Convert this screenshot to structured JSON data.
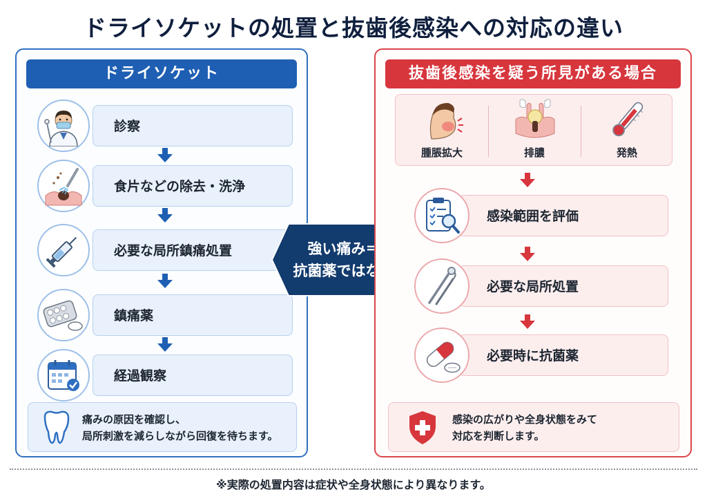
{
  "title": "ドライソケットの処置と抜歯後感染への対応の違い",
  "left": {
    "header": "ドライソケット",
    "steps": [
      {
        "label": "診察",
        "icon": "dentist-icon"
      },
      {
        "label": "食片などの除去・洗浄",
        "icon": "irrigation-icon"
      },
      {
        "label": "必要な局所鎮痛処置",
        "icon": "syringe-icon"
      },
      {
        "label": "鎮痛薬",
        "icon": "pill-pack-icon"
      },
      {
        "label": "経過観察",
        "icon": "calendar-icon"
      }
    ],
    "note_line1": "痛みの原因を確認し、",
    "note_line2": "局所刺激を減らしながら回復を待ちます。",
    "note_icon": "tooth-icon",
    "accent_color": "#1e5fb3"
  },
  "center": {
    "line1": "強い痛み＝",
    "line2": "抗菌薬ではない",
    "color": "#123b6e"
  },
  "right": {
    "header": "抜歯後感染を疑う所見がある場合",
    "signs": [
      {
        "label": "腫脹拡大",
        "icon": "swollen-face-icon"
      },
      {
        "label": "排膿",
        "icon": "pus-icon"
      },
      {
        "label": "発熱",
        "icon": "thermometer-icon"
      }
    ],
    "steps": [
      {
        "label": "感染範囲を評価",
        "icon": "clipboard-magnifier-icon"
      },
      {
        "label": "必要な局所処置",
        "icon": "dental-tools-icon"
      },
      {
        "label": "必要時に抗菌薬",
        "icon": "capsule-icon"
      }
    ],
    "note_line1": "感染の広がりや全身状態をみて",
    "note_line2": "対応を判断します。",
    "note_icon": "shield-cross-icon",
    "accent_color": "#d7363d"
  },
  "footer": "※実際の処置内容は症状や全身状態により異なります。"
}
